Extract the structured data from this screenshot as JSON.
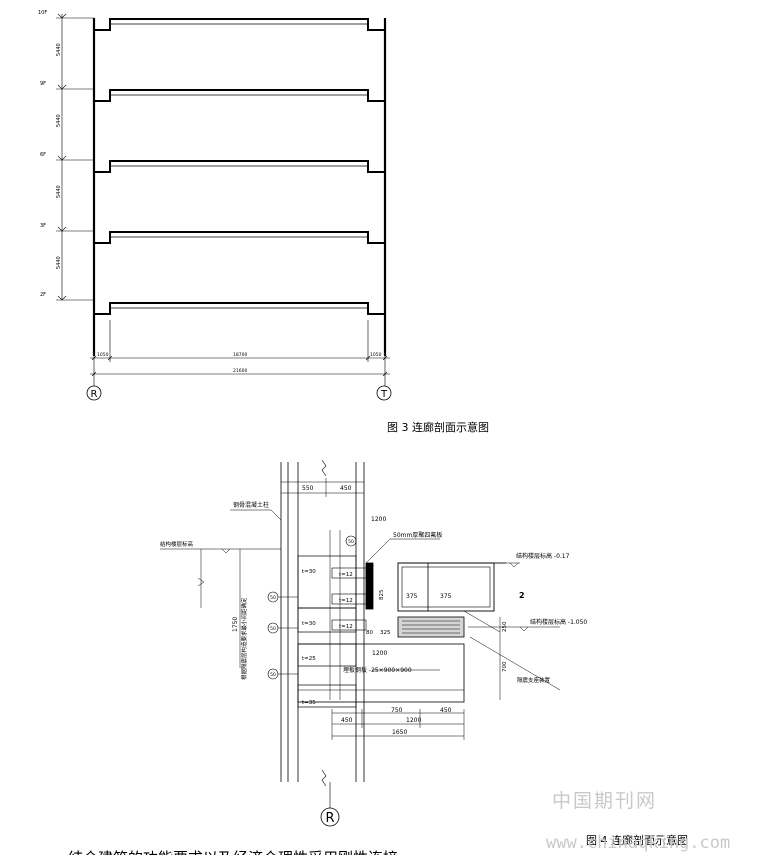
{
  "figure3": {
    "caption": "图 3 连廊剖面示意图",
    "level_tags": [
      "10F",
      "9F",
      "6F",
      "3F",
      "2F"
    ],
    "storey_dims": [
      "5440",
      "5440",
      "5440",
      "5440"
    ],
    "bottom_dims": {
      "left": "1050",
      "middle": "18700",
      "right": "1050",
      "total": "21600"
    },
    "axes": [
      "R",
      "T"
    ]
  },
  "figure4": {
    "caption": "图 4 连廊剖面示意图",
    "top_dims": [
      "550",
      "450"
    ],
    "dim_1200_top": "1200",
    "note_steel_concrete": "钢骨混凝土柱",
    "note_structure_level_left": "结构楼层标高",
    "note_bearing_plate": "50mm厚聚四氟板",
    "note_structure_level_right": "结构楼层标高 -0.17",
    "note_structure_level_lower": "结构楼层标高 -1.050",
    "note_seismic_support": "隔震支座装置",
    "note_steel_plate": "埋板钢板 -25×900×900",
    "note_vertical": "根据隔震层构造要求最小间距确定",
    "dim_vertical": "1750",
    "plate_labels": [
      "t=30",
      "t=12",
      "t=12",
      "t=30",
      "t=12",
      "t=25",
      "t=35"
    ],
    "beam_dims": [
      "375",
      "375"
    ],
    "dim_325": "325",
    "dim_80": "80",
    "dim_250": "250",
    "dim_700": "700",
    "dim_825": "825",
    "dim_1200_mid": "1200",
    "bottom_dims": {
      "d450a": "450",
      "d750": "750",
      "d450b": "450",
      "d1200": "1200",
      "d1650": "1650"
    },
    "weld_tags": [
      "50",
      "50",
      "50",
      "50"
    ],
    "section_tag": "2",
    "axis": "R"
  },
  "watermark": {
    "cn": "中国期刊网",
    "url": "www.chinaqking.com"
  },
  "text_snippet": "结合建筑的功能要求以及经济合理性采用刚性连接"
}
